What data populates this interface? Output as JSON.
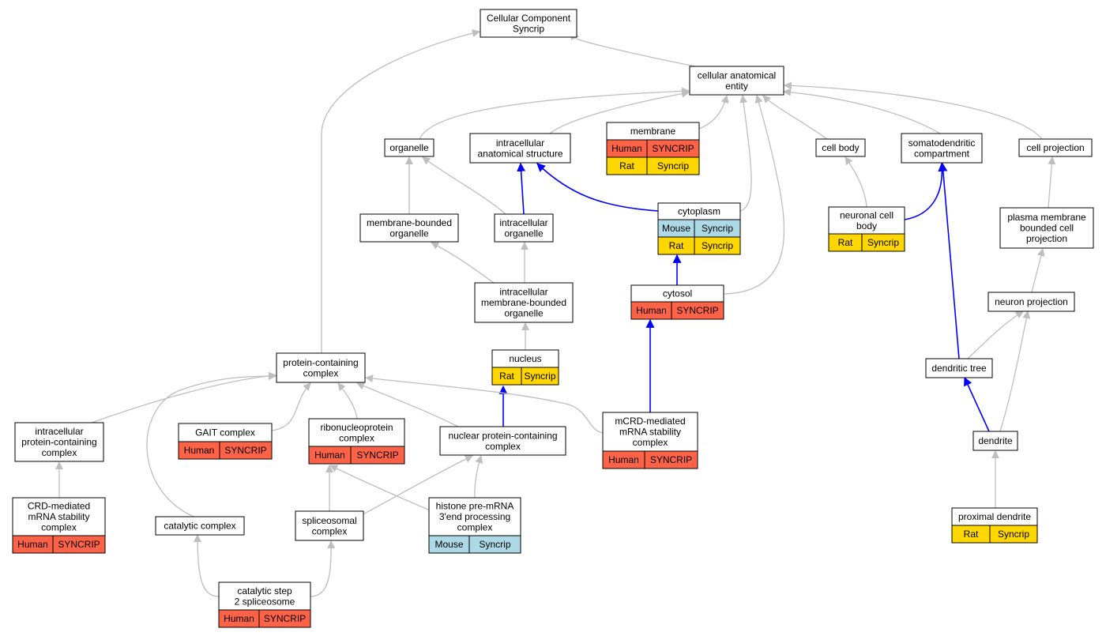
{
  "colors": {
    "human": "#ff6347",
    "mouse": "#add8e6",
    "rat": "#ffd700",
    "edge_default": "#bebebe",
    "edge_highlight": "#0000ff",
    "node_border": "#000000"
  },
  "nodes": [
    {
      "id": "cellular_component_syncrip",
      "lines": [
        "Cellular Component",
        "Syncrip"
      ],
      "annotations": []
    },
    {
      "id": "cellular_anatomical_entity",
      "lines": [
        "cellular anatomical",
        "entity"
      ],
      "annotations": []
    },
    {
      "id": "organelle",
      "lines": [
        "organelle"
      ],
      "annotations": []
    },
    {
      "id": "intracellular_anatomical_structure",
      "lines": [
        "intracellular",
        "anatomical structure"
      ],
      "annotations": []
    },
    {
      "id": "membrane",
      "lines": [
        "membrane"
      ],
      "annotations": [
        {
          "species": "Human",
          "gene": "SYNCRIP",
          "color": "human"
        },
        {
          "species": "Rat",
          "gene": "Syncrip",
          "color": "rat"
        }
      ]
    },
    {
      "id": "cell_body",
      "lines": [
        "cell body"
      ],
      "annotations": []
    },
    {
      "id": "somatodendritic_compartment",
      "lines": [
        "somatodendritic",
        "compartment"
      ],
      "annotations": []
    },
    {
      "id": "cell_projection",
      "lines": [
        "cell projection"
      ],
      "annotations": []
    },
    {
      "id": "membrane_bounded_organelle",
      "lines": [
        "membrane-bounded",
        "organelle"
      ],
      "annotations": []
    },
    {
      "id": "intracellular_organelle",
      "lines": [
        "intracellular",
        "organelle"
      ],
      "annotations": []
    },
    {
      "id": "cytoplasm",
      "lines": [
        "cytoplasm"
      ],
      "annotations": [
        {
          "species": "Mouse",
          "gene": "Syncrip",
          "color": "mouse"
        },
        {
          "species": "Rat",
          "gene": "Syncrip",
          "color": "rat"
        }
      ]
    },
    {
      "id": "neuronal_cell_body",
      "lines": [
        "neuronal cell",
        "body"
      ],
      "annotations": [
        {
          "species": "Rat",
          "gene": "Syncrip",
          "color": "rat"
        }
      ]
    },
    {
      "id": "plasma_membrane_bounded_cell_projection",
      "lines": [
        "plasma membrane",
        "bounded cell",
        "projection"
      ],
      "annotations": []
    },
    {
      "id": "intracellular_membrane_bounded_organelle",
      "lines": [
        "intracellular",
        "membrane-bounded",
        "organelle"
      ],
      "annotations": []
    },
    {
      "id": "cytosol",
      "lines": [
        "cytosol"
      ],
      "annotations": [
        {
          "species": "Human",
          "gene": "SYNCRIP",
          "color": "human"
        }
      ]
    },
    {
      "id": "neuron_projection",
      "lines": [
        "neuron projection"
      ],
      "annotations": []
    },
    {
      "id": "protein_containing_complex",
      "lines": [
        "protein-containing",
        "complex"
      ],
      "annotations": []
    },
    {
      "id": "nucleus",
      "lines": [
        "nucleus"
      ],
      "annotations": [
        {
          "species": "Rat",
          "gene": "Syncrip",
          "color": "rat"
        }
      ]
    },
    {
      "id": "dendritic_tree",
      "lines": [
        "dendritic tree"
      ],
      "annotations": []
    },
    {
      "id": "intracellular_protein_containing_complex",
      "lines": [
        "intracellular",
        "protein-containing",
        "complex"
      ],
      "annotations": []
    },
    {
      "id": "gait_complex",
      "lines": [
        "GAIT complex"
      ],
      "annotations": [
        {
          "species": "Human",
          "gene": "SYNCRIP",
          "color": "human"
        }
      ]
    },
    {
      "id": "ribonucleoprotein_complex",
      "lines": [
        "ribonucleoprotein",
        "complex"
      ],
      "annotations": [
        {
          "species": "Human",
          "gene": "SYNCRIP",
          "color": "human"
        }
      ]
    },
    {
      "id": "nuclear_protein_containing_complex",
      "lines": [
        "nuclear protein-containing",
        "complex"
      ],
      "annotations": []
    },
    {
      "id": "mcrd_mediated_mrna_stability_complex",
      "lines": [
        "mCRD-mediated",
        "mRNA stability",
        "complex"
      ],
      "annotations": [
        {
          "species": "Human",
          "gene": "SYNCRIP",
          "color": "human"
        }
      ]
    },
    {
      "id": "dendrite",
      "lines": [
        "dendrite"
      ],
      "annotations": []
    },
    {
      "id": "crd_mediated_mrna_stability_complex",
      "lines": [
        "CRD-mediated",
        "mRNA stability",
        "complex"
      ],
      "annotations": [
        {
          "species": "Human",
          "gene": "SYNCRIP",
          "color": "human"
        }
      ]
    },
    {
      "id": "catalytic_complex",
      "lines": [
        "catalytic complex"
      ],
      "annotations": []
    },
    {
      "id": "spliceosomal_complex",
      "lines": [
        "spliceosomal",
        "complex"
      ],
      "annotations": []
    },
    {
      "id": "histone_pre_mrna_3end_processing_complex",
      "lines": [
        "histone pre-mRNA",
        "3'end processing",
        "complex"
      ],
      "annotations": [
        {
          "species": "Mouse",
          "gene": "Syncrip",
          "color": "mouse"
        }
      ]
    },
    {
      "id": "proximal_dendrite",
      "lines": [
        "proximal dendrite"
      ],
      "annotations": [
        {
          "species": "Rat",
          "gene": "Syncrip",
          "color": "rat"
        }
      ]
    },
    {
      "id": "catalytic_step_2_spliceosome",
      "lines": [
        "catalytic step",
        "2 spliceosome"
      ],
      "annotations": [
        {
          "species": "Human",
          "gene": "SYNCRIP",
          "color": "human"
        }
      ]
    }
  ],
  "edges": [
    {
      "from": "cellular_anatomical_entity",
      "to": "cellular_component_syncrip",
      "highlight": false
    },
    {
      "from": "protein_containing_complex",
      "to": "cellular_component_syncrip",
      "highlight": false
    },
    {
      "from": "organelle",
      "to": "cellular_anatomical_entity",
      "highlight": false
    },
    {
      "from": "intracellular_anatomical_structure",
      "to": "cellular_anatomical_entity",
      "highlight": false
    },
    {
      "from": "membrane",
      "to": "cellular_anatomical_entity",
      "highlight": false
    },
    {
      "from": "cell_body",
      "to": "cellular_anatomical_entity",
      "highlight": false
    },
    {
      "from": "somatodendritic_compartment",
      "to": "cellular_anatomical_entity",
      "highlight": false
    },
    {
      "from": "cell_projection",
      "to": "cellular_anatomical_entity",
      "highlight": false
    },
    {
      "from": "cytoplasm",
      "to": "cellular_anatomical_entity",
      "highlight": false
    },
    {
      "from": "cytosol",
      "to": "cellular_anatomical_entity",
      "highlight": false
    },
    {
      "from": "membrane_bounded_organelle",
      "to": "organelle",
      "highlight": false
    },
    {
      "from": "intracellular_organelle",
      "to": "organelle",
      "highlight": false
    },
    {
      "from": "intracellular_organelle",
      "to": "intracellular_anatomical_structure",
      "highlight": true
    },
    {
      "from": "cytoplasm",
      "to": "intracellular_anatomical_structure",
      "highlight": true
    },
    {
      "from": "intracellular_membrane_bounded_organelle",
      "to": "membrane_bounded_organelle",
      "highlight": false
    },
    {
      "from": "intracellular_membrane_bounded_organelle",
      "to": "intracellular_organelle",
      "highlight": false
    },
    {
      "from": "nucleus",
      "to": "intracellular_membrane_bounded_organelle",
      "highlight": false
    },
    {
      "from": "cytosol",
      "to": "cytoplasm",
      "highlight": true
    },
    {
      "from": "mcrd_mediated_mrna_stability_complex",
      "to": "cytosol",
      "highlight": true
    },
    {
      "from": "neuronal_cell_body",
      "to": "cell_body",
      "highlight": false
    },
    {
      "from": "neuronal_cell_body",
      "to": "somatodendritic_compartment",
      "highlight": true
    },
    {
      "from": "dendritic_tree",
      "to": "somatodendritic_compartment",
      "highlight": true
    },
    {
      "from": "plasma_membrane_bounded_cell_projection",
      "to": "cell_projection",
      "highlight": false
    },
    {
      "from": "neuron_projection",
      "to": "plasma_membrane_bounded_cell_projection",
      "highlight": false
    },
    {
      "from": "dendritic_tree",
      "to": "neuron_projection",
      "highlight": false
    },
    {
      "from": "dendrite",
      "to": "neuron_projection",
      "highlight": false
    },
    {
      "from": "dendrite",
      "to": "dendritic_tree",
      "highlight": true
    },
    {
      "from": "proximal_dendrite",
      "to": "dendrite",
      "highlight": false
    },
    {
      "from": "nuclear_protein_containing_complex",
      "to": "nucleus",
      "highlight": true
    },
    {
      "from": "intracellular_protein_containing_complex",
      "to": "protein_containing_complex",
      "highlight": false
    },
    {
      "from": "gait_complex",
      "to": "protein_containing_complex",
      "highlight": false
    },
    {
      "from": "ribonucleoprotein_complex",
      "to": "protein_containing_complex",
      "highlight": false
    },
    {
      "from": "nuclear_protein_containing_complex",
      "to": "protein_containing_complex",
      "highlight": false
    },
    {
      "from": "mcrd_mediated_mrna_stability_complex",
      "to": "protein_containing_complex",
      "highlight": false
    },
    {
      "from": "catalytic_complex",
      "to": "protein_containing_complex",
      "highlight": false
    },
    {
      "from": "crd_mediated_mrna_stability_complex",
      "to": "intracellular_protein_containing_complex",
      "highlight": false
    },
    {
      "from": "spliceosomal_complex",
      "to": "ribonucleoprotein_complex",
      "highlight": false
    },
    {
      "from": "histone_pre_mrna_3end_processing_complex",
      "to": "ribonucleoprotein_complex",
      "highlight": false
    },
    {
      "from": "spliceosomal_complex",
      "to": "nuclear_protein_containing_complex",
      "highlight": false
    },
    {
      "from": "histone_pre_mrna_3end_processing_complex",
      "to": "nuclear_protein_containing_complex",
      "highlight": false
    },
    {
      "from": "catalytic_step_2_spliceosome",
      "to": "catalytic_complex",
      "highlight": false
    },
    {
      "from": "catalytic_step_2_spliceosome",
      "to": "spliceosomal_complex",
      "highlight": false
    }
  ]
}
